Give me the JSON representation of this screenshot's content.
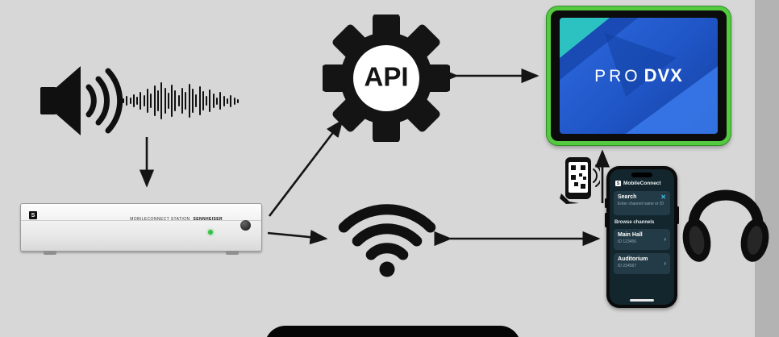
{
  "canvas": {
    "bg_color": "#d7d7d7",
    "right_strip_color": "#b3b3b3"
  },
  "colors": {
    "ink": "#141414",
    "tablet_frame_green": "#54ca41",
    "station_led_green": "#35c245",
    "app_accent_blue": "#3fc1e3",
    "screen_blue": "#2e6be0"
  },
  "station": {
    "label": "MOBILECONNECT STATION",
    "brand": "SENNHEISER",
    "logo_letter": "S"
  },
  "api_gear": {
    "label": "API"
  },
  "prodvx": {
    "pro": "PRO",
    "dvx": "DVX"
  },
  "phone_app": {
    "header": "MobileConnect",
    "logo_letter": "S",
    "search_title": "Search",
    "search_subtitle": "Enter channel name or ID",
    "close_glyph": "✕",
    "browse_label": "Browse channels",
    "chevron_glyph": "›",
    "channels": [
      {
        "name": "Main Hall",
        "id": "ID 123456"
      },
      {
        "name": "Auditorium",
        "id": "ID 234567"
      }
    ]
  },
  "waveform": {
    "bars": [
      6,
      12,
      8,
      16,
      10,
      22,
      14,
      30,
      18,
      38,
      26,
      46,
      32,
      20,
      40,
      26,
      14,
      32,
      22,
      42,
      30,
      16,
      36,
      24,
      12,
      28,
      18,
      9,
      22,
      13,
      7,
      15,
      9,
      5
    ]
  }
}
